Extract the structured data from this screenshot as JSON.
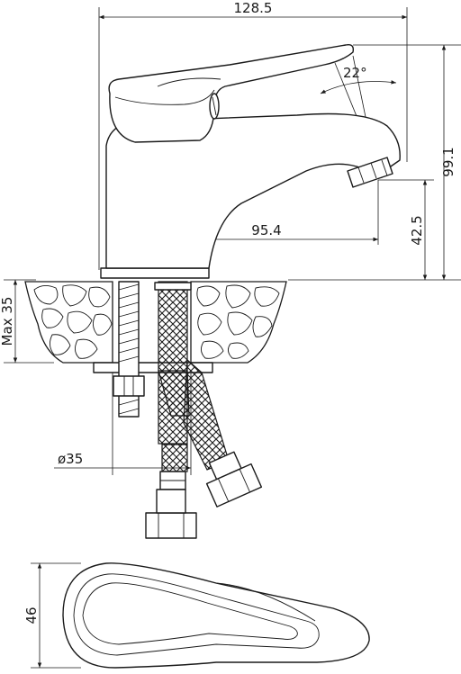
{
  "diagram": {
    "dimensions": {
      "overall_width": "128.5",
      "spout_angle": "22°",
      "overall_height": "99.1",
      "spout_height": "42.5",
      "spout_reach": "95.4",
      "max_thickness": "Max 35",
      "hole_diameter": "ø35",
      "top_view_width": "46"
    }
  }
}
